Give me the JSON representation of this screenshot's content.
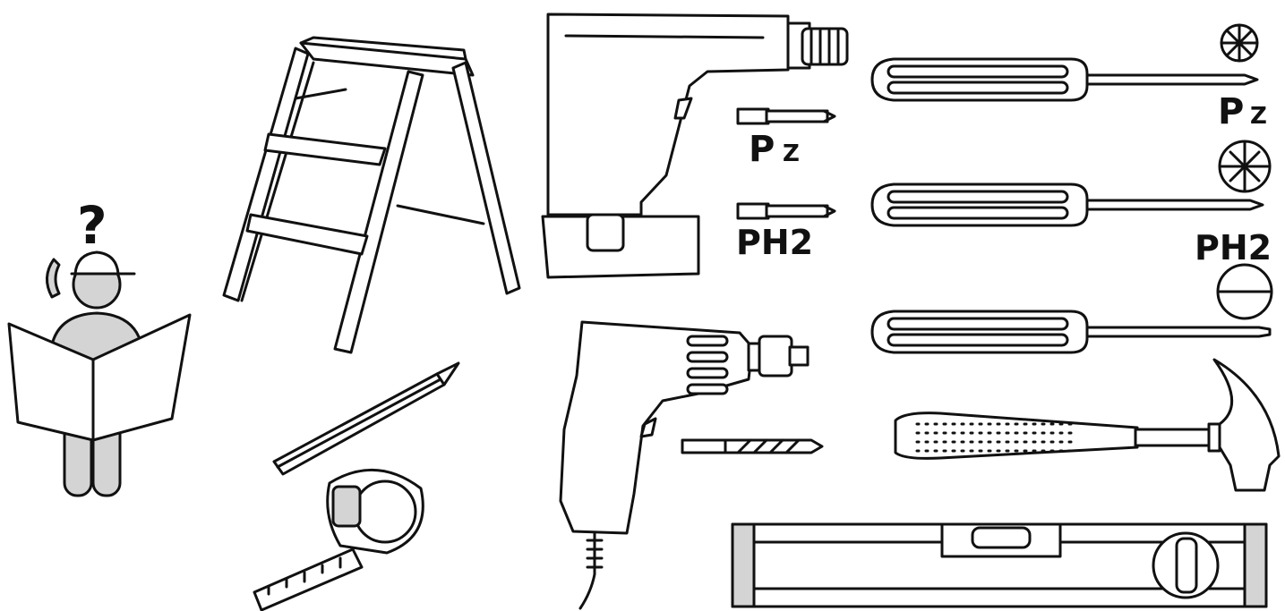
{
  "question_mark": "?",
  "bit_labels": {
    "pozidriv_bit_p": "P",
    "pozidriv_bit_z": "Z",
    "phillips_bit": "PH2"
  },
  "screwdriver_labels": {
    "pozidriv_p": "P",
    "pozidriv_z": "Z",
    "phillips": "PH2"
  }
}
